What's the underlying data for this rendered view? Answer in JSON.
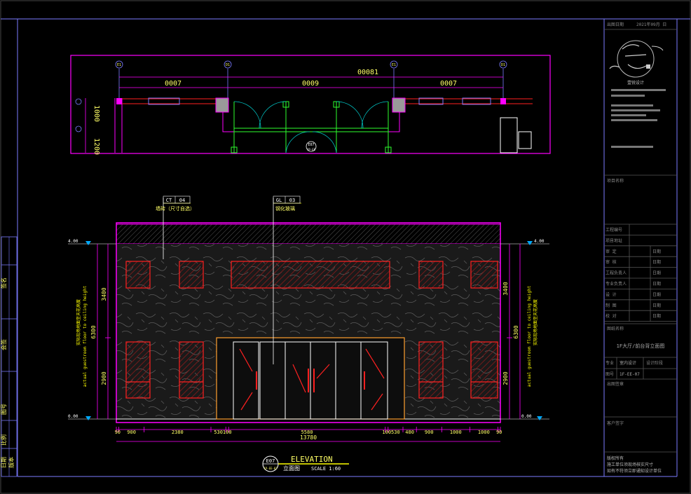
{
  "plan": {
    "total_dim": "00081",
    "seg_dims": [
      "0007",
      "0009",
      "0007"
    ],
    "depth_dims": [
      "1000",
      "1200"
    ],
    "axis_tags": [
      "E1",
      "D1",
      "E1",
      "D1"
    ],
    "door_tag_top": "E07",
    "door_tag_bottom": "1P-EE"
  },
  "callouts": [
    {
      "tag_left": "CT",
      "tag_right": "04",
      "text": "墙砖（尺寸自选）"
    },
    {
      "tag_left": "GL",
      "tag_right": "03",
      "text": "钢化玻璃"
    }
  ],
  "elevation": {
    "level_top": "4.00",
    "level_bottom": "0.00",
    "left_dims": [
      "3400",
      "2900"
    ],
    "left_total": "6300",
    "right_dims": [
      "3400",
      "2900"
    ],
    "right_total": "6300",
    "side_note_cn": "实际现场地面至天花高度",
    "side_note_en": "actual guestroom floor to ceiling height",
    "bottom_dims": [
      "90",
      "900",
      "2380",
      "530",
      "100",
      "5580",
      "100",
      "530",
      "480",
      "900",
      "1000",
      "1000",
      "90"
    ],
    "overall_dim": "13780"
  },
  "title_block_label": {
    "ref": "E07",
    "sheet": "1P-EE-07",
    "title": "ELEVATION",
    "subtitle_cn": "立面图",
    "scale": "SCALE 1:60"
  },
  "left_strip": [
    "签名",
    "会签",
    "图号",
    "比例",
    "日期",
    "版本"
  ],
  "info_panel": {
    "header_label": "出图日期",
    "header_value": "2021年09月  日",
    "logo_text": "壹锐设计",
    "project_label": "项目名称",
    "rows": [
      {
        "label": "工程编号",
        "value": ""
      },
      {
        "label": "项目地址",
        "value": ""
      },
      {
        "label": "审 定",
        "value": "",
        "date": "日期"
      },
      {
        "label": "审 核",
        "value": "",
        "date": "日期"
      },
      {
        "label": "工程负责人",
        "value": "",
        "date": "日期"
      },
      {
        "label": "专业负责人",
        "value": "",
        "date": "日期"
      },
      {
        "label": "设 计",
        "value": "",
        "date": "日期"
      },
      {
        "label": "制 图",
        "value": "",
        "date": "日期"
      },
      {
        "label": "校 对",
        "value": "",
        "date": "日期"
      }
    ],
    "drawing_name_label": "图纸名称",
    "drawing_name": "1F大厅/前台背立面图",
    "spec_label": "专业",
    "spec_value": "室内设计",
    "stage_label": "设计阶段",
    "sheet_no_label": "图号",
    "sheet_no_value": "1F-EE-07",
    "publish_label": "出图签章",
    "client_label": "客户签字",
    "footer_lines": [
      "版权所有",
      "施工单位须现场核实尺寸",
      "如有不符须立即通知设计单位"
    ]
  },
  "colors": {
    "frame": "#7b7bff",
    "magenta": "#ff00ff",
    "yellow": "#ffff00",
    "red": "#ff2020",
    "green": "#2eff2e",
    "cyan": "#00ffff",
    "grey": "#9a9a9a",
    "orange": "#ffa030",
    "white": "#ffffff"
  }
}
